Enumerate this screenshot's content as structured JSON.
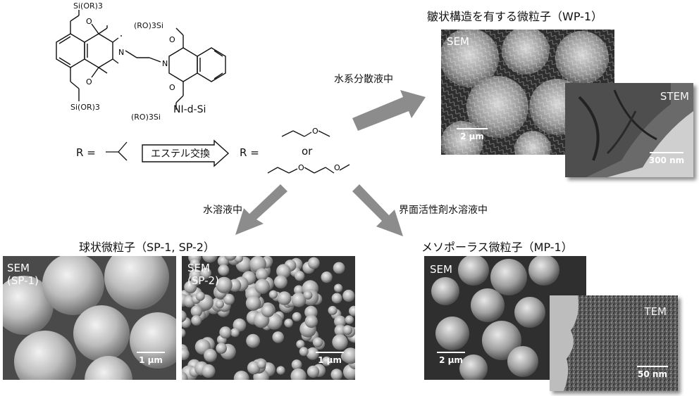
{
  "molecule": {
    "name": "NI-d-Si",
    "group_top_left": "Si(OR)3",
    "group_top_right": "(RO)3Si",
    "group_bottom_left": "Si(OR)3",
    "group_bottom_right": "(RO)3Si",
    "atom_n": "N",
    "atom_o": "O"
  },
  "reaction": {
    "r_left": "R =",
    "step_label": "エステル交換",
    "r_right": "R =",
    "or": "or"
  },
  "routes": {
    "aqueous_dispersion": "水系分散液中",
    "aqueous_solution": "水溶液中",
    "surfactant_solution": "界面活性剤水溶液中"
  },
  "products": {
    "wp": {
      "title": "皺状構造を有する微粒子（WP-1）",
      "sem_label": "SEM",
      "sem_scale": "2 μm",
      "stem_label": "STEM",
      "stem_scale": "300 nm"
    },
    "sp": {
      "title": "球状微粒子（SP-1, SP-2）",
      "sem1_label": "SEM",
      "sem1_sub": "(SP-1)",
      "sem1_scale": "1 μm",
      "sem2_label": "SEM",
      "sem2_sub": "(SP-2)",
      "sem2_scale": "1 μm"
    },
    "mp": {
      "title": "メソポーラス微粒子（MP-1）",
      "sem_label": "SEM",
      "sem_scale": "2 μm",
      "tem_label": "TEM",
      "tem_scale": "50 nm"
    }
  },
  "colors": {
    "arrow": "#8c8c8c",
    "sem_bg": "#3a3a3a",
    "tem_bg": "#b8b8b8"
  }
}
